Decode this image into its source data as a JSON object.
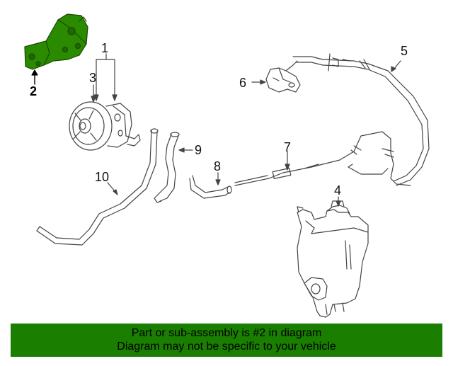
{
  "diagram": {
    "callouts": [
      {
        "id": "1",
        "label": "1"
      },
      {
        "id": "2",
        "label": "2"
      },
      {
        "id": "3",
        "label": "3"
      },
      {
        "id": "4",
        "label": "4"
      },
      {
        "id": "5",
        "label": "5"
      },
      {
        "id": "6",
        "label": "6"
      },
      {
        "id": "7",
        "label": "7"
      },
      {
        "id": "8",
        "label": "8"
      },
      {
        "id": "9",
        "label": "9"
      },
      {
        "id": "10",
        "label": "10"
      }
    ],
    "highlight_color": "#2a8a00",
    "line_color": "#444444"
  },
  "banner": {
    "line1": "Part or sub-assembly is #2 in diagram",
    "line2": "Diagram may not be specific to your vehicle",
    "background": "#1a7f00"
  }
}
